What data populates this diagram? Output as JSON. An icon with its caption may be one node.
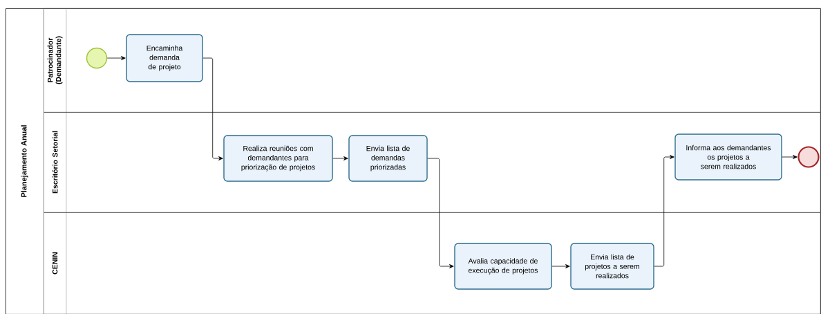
{
  "diagram": {
    "nodes": [
      {
        "text": [
          "Planejamento Anual"
        ]
      },
      {
        "text": [
          "Patrocinador (Demandante)"
        ],
        "in": 0
      },
      {
        "text": [
          "Escritório Setorial"
        ],
        "in": 0
      },
      {
        "text": [
          "CENIN"
        ],
        "in": 0
      },
      {
        "text": [],
        "shape": "circle",
        "in": 1
      },
      {
        "text": [
          "Encaminha demanda de projeto"
        ],
        "in": 1
      },
      {
        "text": [
          "Realiza reuniões com demandantes para priorização de projetos"
        ],
        "in": 2
      },
      {
        "text": [
          "Envia lista de demandas priorizadas"
        ],
        "in": 2
      },
      {
        "text": [
          "Informa aos demandantes os projetos a serem realizados"
        ],
        "in": 2
      },
      {
        "text": [],
        "shape": "circle",
        "in": 2
      },
      {
        "text": [
          "Avalia capacidade de execução de projetos"
        ],
        "in": 3
      },
      {
        "text": [
          "Envia lista de projetos a serem realizados"
        ],
        "in": 3
      }
    ],
    "edges": [
      {
        "from": 4,
        "to": 5,
        "arrow": "to"
      },
      {
        "from": 5,
        "to": 6,
        "arrow": "to"
      },
      {
        "from": 6,
        "to": 7,
        "arrow": "to"
      },
      {
        "from": 7,
        "to": 10,
        "arrow": "to"
      },
      {
        "from": 10,
        "to": 11,
        "arrow": "to"
      },
      {
        "from": 11,
        "to": 8,
        "arrow": "to"
      },
      {
        "from": 8,
        "to": 9,
        "arrow": "to"
      }
    ]
  }
}
